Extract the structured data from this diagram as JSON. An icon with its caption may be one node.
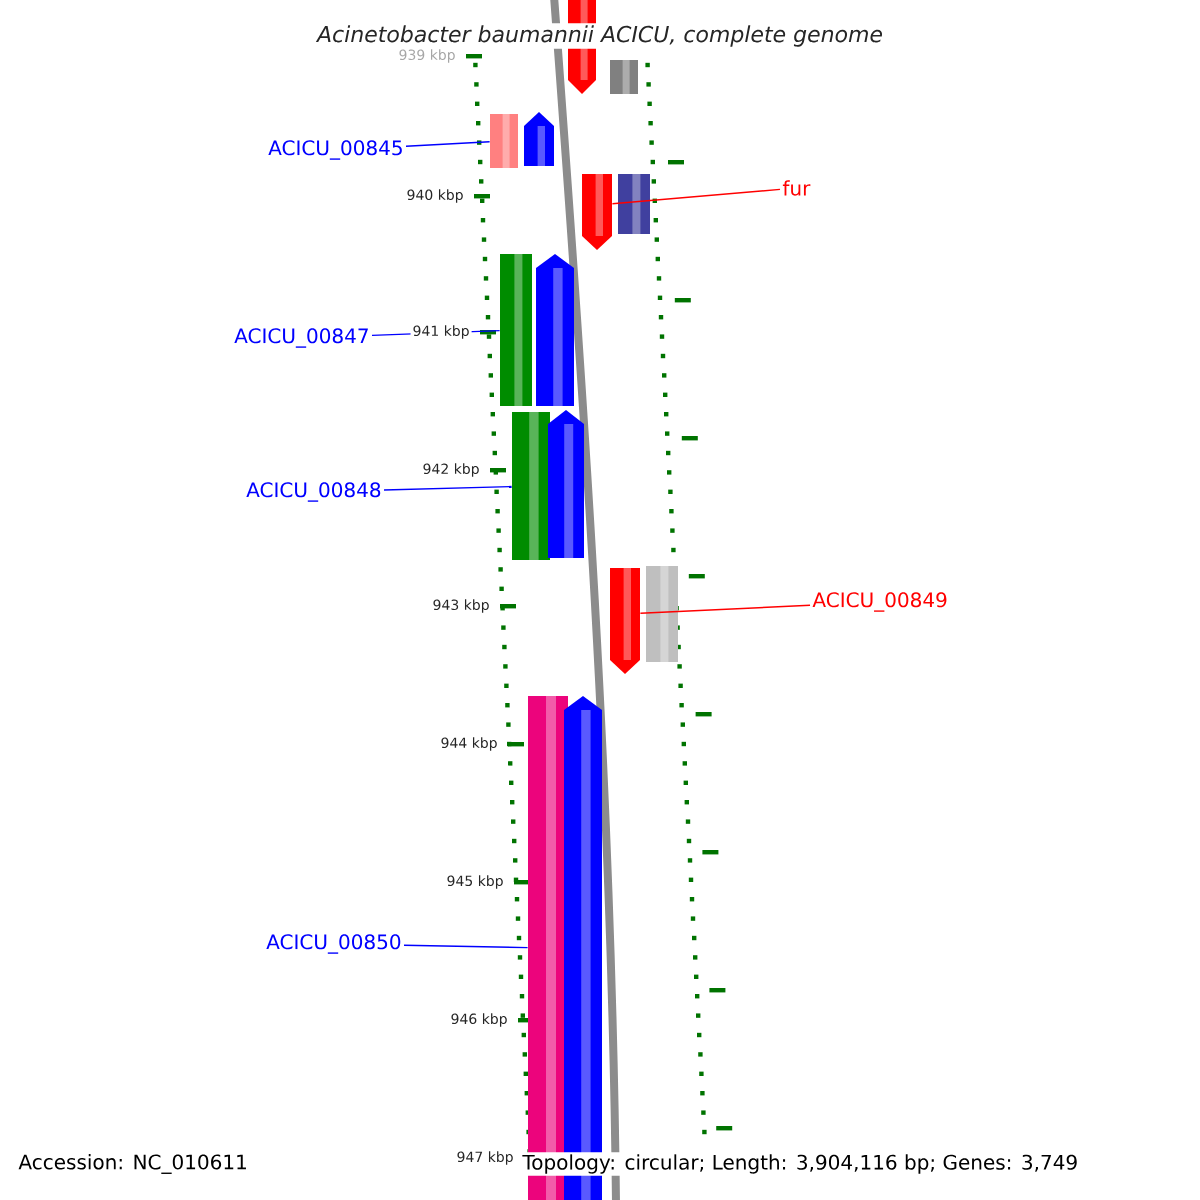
{
  "diagram": {
    "title": "Acinetobacter baumannii ACICU, complete genome",
    "nodes": [
      {
        "text": [
          "ACICU_00845"
        ]
      },
      {
        "text": [],
        "shape": "bar"
      },
      {
        "text": [
          "fur"
        ]
      },
      {
        "text": [],
        "shape": "bar"
      },
      {
        "text": [
          "ACICU_00847"
        ]
      },
      {
        "text": [],
        "shape": "bar"
      },
      {
        "text": [
          "ACICU_00848"
        ]
      },
      {
        "text": [],
        "shape": "bar"
      },
      {
        "text": [
          "ACICU_00849"
        ]
      },
      {
        "text": [],
        "shape": "bar"
      },
      {
        "text": [
          "ACICU_00850"
        ]
      },
      {
        "text": [],
        "shape": "bar"
      },
      {
        "text": [],
        "shape": "bar"
      },
      {
        "text": [],
        "shape": "bar"
      },
      {
        "text": [],
        "shape": "bar"
      },
      {
        "text": [],
        "shape": "bar"
      },
      {
        "text": [],
        "shape": "bar"
      },
      {
        "text": [],
        "shape": "bar"
      },
      {
        "text": [],
        "shape": "bar"
      },
      {
        "text": [],
        "shape": "bar"
      }
    ],
    "edges": [
      {
        "from": 0,
        "to": 1,
        "arrow": "none"
      },
      {
        "from": 2,
        "to": 3,
        "arrow": "none",
        "color": "#ff0000"
      },
      {
        "from": 4,
        "to": 5,
        "arrow": "none"
      },
      {
        "from": 6,
        "to": 7,
        "arrow": "none"
      },
      {
        "from": 8,
        "to": 9,
        "arrow": "none",
        "color": "#ff0000"
      },
      {
        "from": 10,
        "to": 11,
        "arrow": "none"
      }
    ],
    "labels": [
      "939 kbp",
      "940 kbp",
      "941 kbp",
      "942 kbp",
      "943 kbp",
      "944 kbp",
      "945 kbp",
      "946 kbp",
      "947 kbp",
      "Accession: NC_010611",
      "Topology: circular; Length: 3,904,116 bp; Genes: 3,749"
    ]
  }
}
